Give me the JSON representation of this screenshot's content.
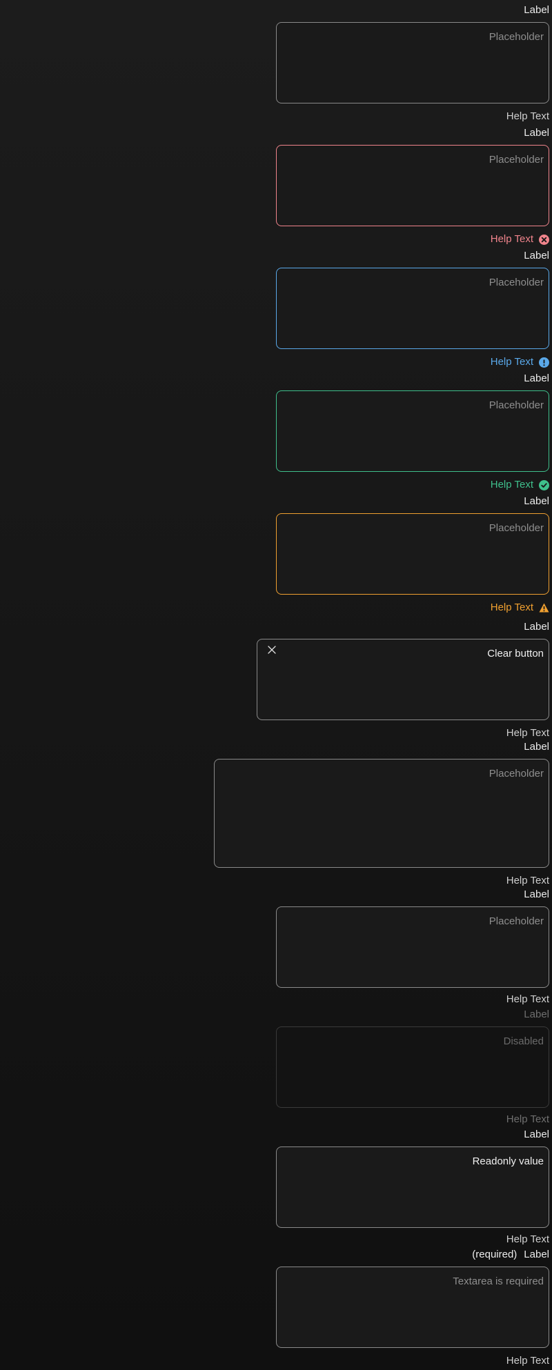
{
  "fields": [
    {
      "label": "Label",
      "placeholder": "Placeholder",
      "help": "Help Text"
    },
    {
      "label": "Label",
      "placeholder": "Placeholder",
      "help": "Help Text"
    },
    {
      "label": "Label",
      "placeholder": "Placeholder",
      "help": "Help Text"
    },
    {
      "label": "Label",
      "placeholder": "Placeholder",
      "help": "Help Text"
    },
    {
      "label": "Label",
      "placeholder": "Placeholder",
      "help": "Help Text"
    },
    {
      "label": "Label",
      "value": "Clear button",
      "help": "Help Text"
    },
    {
      "label": "Label",
      "placeholder": "Placeholder",
      "help": "Help Text"
    },
    {
      "label": "Label",
      "placeholder": "Placeholder",
      "help": "Help Text"
    },
    {
      "label": "Label",
      "placeholder": "Disabled",
      "help": "Help Text"
    },
    {
      "label": "Label",
      "value": "Readonly value",
      "help": "Help Text"
    },
    {
      "label": "Label",
      "required": "(required)",
      "placeholder": "Textarea is required",
      "help": "Help Text"
    }
  ],
  "icons": {
    "error": "error-circle-x-icon",
    "info": "info-circle-icon",
    "success": "check-circle-icon",
    "warning": "warning-triangle-icon",
    "clear": "close-icon"
  },
  "colors": {
    "error": "#f0848c",
    "info": "#5aa9ea",
    "success": "#3fc08c",
    "warning": "#f0a030"
  }
}
